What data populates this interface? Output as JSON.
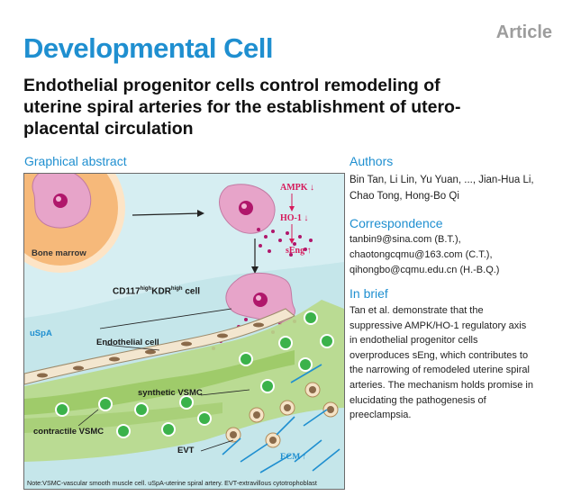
{
  "header": {
    "journal": "Developmental Cell",
    "article_type": "Article"
  },
  "title_lines": [
    "Endothelial progenitor cells control remodeling of",
    "uterine spiral arteries for the establishment of utero-",
    "placental circulation"
  ],
  "graphical_abstract": {
    "heading": "Graphical abstract",
    "labels": {
      "bone_marrow": "Bone marrow",
      "ampk": "AMPK",
      "ho1": "HO-1",
      "seng": "sEng",
      "down_arrow": "↓",
      "up_arrow": "↑",
      "cd117_prefix": "CD117",
      "high_sup": "high",
      "kdr": "KDR",
      "cell_suffix": " cell",
      "uspa": "uSpA",
      "endothelial_cell": "Endothelial cell",
      "synthetic_vsmc": "synthetic VSMC",
      "contractile_vsmc": "contractile VSMC",
      "evt": "EVT",
      "ecm": "ECM"
    },
    "note": "Note:VSMC-vascular smooth muscle cell. uSpA-uterine spiral artery. EVT-extravillous cytotrophoblast",
    "colors": {
      "accent_blue": "#1f8fd0",
      "pink_cell": "#e7a4c9",
      "magenta": "#b0176b",
      "bone_marrow": "#f6b97a",
      "tissue_bg": "#d3ecf0",
      "vsmc_green": "#a9cf7a",
      "cell_green": "#3bb24a"
    }
  },
  "authors": {
    "heading": "Authors",
    "lines": [
      "Bin Tan, Li Lin, Yu Yuan, ..., Jian-Hua Li,",
      "Chao Tong, Hong-Bo Qi"
    ]
  },
  "correspondence": {
    "heading": "Correspondence",
    "lines": [
      "tanbin9@sina.com (B.T.),",
      "chaotongcqmu@163.com (C.T.),",
      "qihongbo@cqmu.edu.cn (H.-B.Q.)"
    ]
  },
  "in_brief": {
    "heading": "In brief",
    "lines": [
      "Tan et al. demonstrate that the",
      "suppressive AMPK/HO-1 regulatory axis",
      "in endothelial progenitor cells",
      "overproduces sEng, which contributes to",
      "the narrowing of remodeled uterine spiral",
      "arteries. The mechanism holds promise in",
      "elucidating the pathogenesis of",
      "preeclampsia."
    ]
  }
}
